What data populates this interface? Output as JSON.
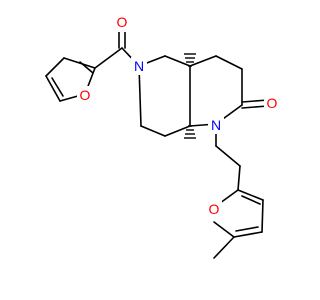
{
  "atoms": {
    "O_carbonyl": "O",
    "N_piperidine": "N",
    "O_furan1": "O",
    "O_lactam": "O",
    "N_lactam": "N",
    "O_furan2": "O"
  },
  "colors": {
    "oxygen": "#ff0000",
    "nitrogen": "#0000ff",
    "bond": "#000000"
  }
}
